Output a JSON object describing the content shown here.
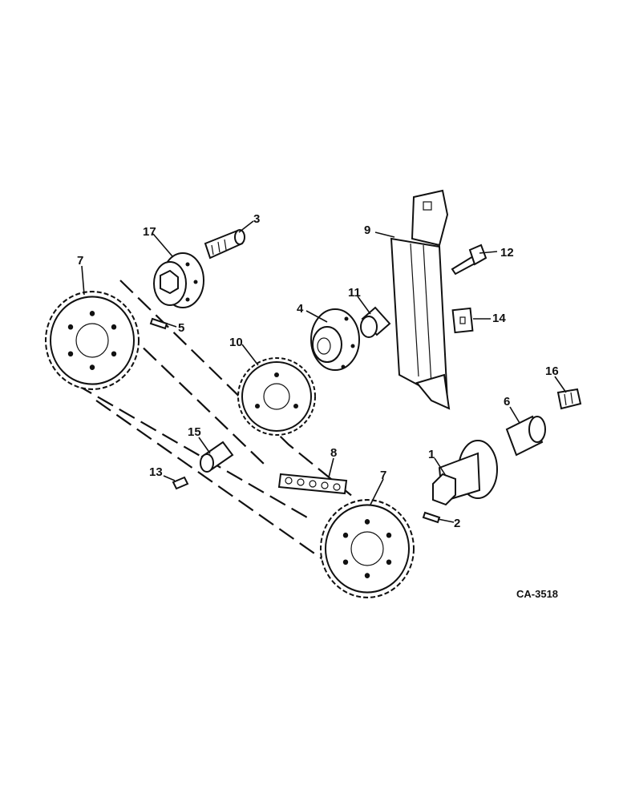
{
  "diagram": {
    "callouts": {
      "c1": "1",
      "c2": "2",
      "c3": "3",
      "c4": "4",
      "c5": "5",
      "c6": "6",
      "c7a": "7",
      "c7b": "7",
      "c8": "8",
      "c9": "9",
      "c10": "10",
      "c11": "11",
      "c12": "12",
      "c13": "13",
      "c14": "14",
      "c15": "15",
      "c16": "16",
      "c17": "17"
    },
    "figure_code": "CA-3518"
  }
}
